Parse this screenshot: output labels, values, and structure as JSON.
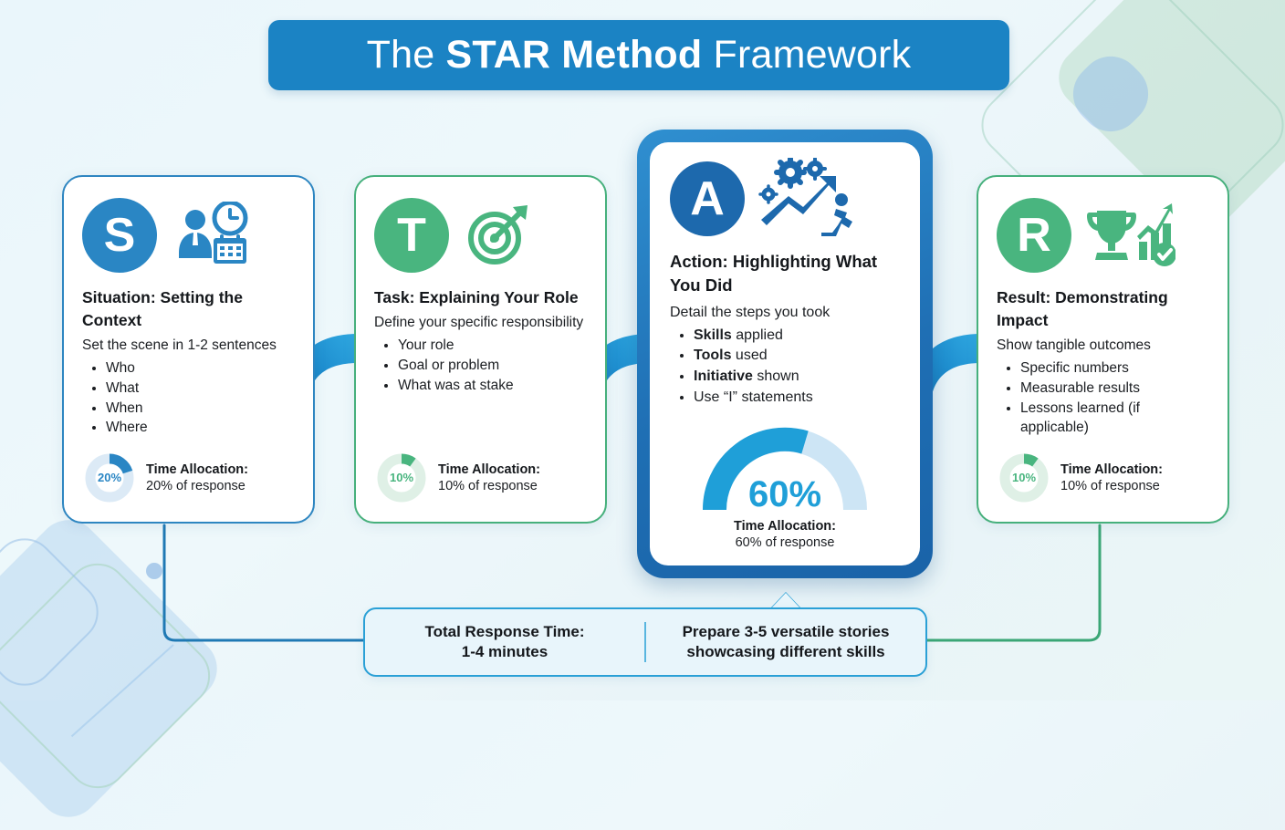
{
  "title": {
    "prefix": "The ",
    "strong": "STAR Method",
    "suffix": " Framework"
  },
  "cards": [
    {
      "letter": "S",
      "accent": "#2a86c4",
      "icon": "business-person-clock-calendar-icon",
      "title": "Situation: Setting the Context",
      "subtitle": "Set the scene in 1-2 sentences",
      "bullets": [
        "Who",
        "What",
        "When",
        "Where"
      ],
      "alloc_label": "Time Allocation:",
      "alloc_value": "20% of response",
      "alloc_percent": "20%",
      "percent": 20
    },
    {
      "letter": "T",
      "accent": "#49b57f",
      "icon": "target-arrow-icon",
      "title": "Task: Explaining Your Role",
      "subtitle": "Define your specific responsibility",
      "bullets": [
        "Your role",
        "Goal or problem",
        "What was at stake"
      ],
      "alloc_label": "Time Allocation:",
      "alloc_value": "10% of response",
      "alloc_percent": "10%",
      "percent": 10
    },
    {
      "letter": "A",
      "accent": "#1d69ad",
      "icon": "gears-growth-arrow-runner-icon",
      "title": "Action: Highlighting What You Did",
      "subtitle": "Detail the steps you took",
      "bullets_rich": [
        {
          "bold": "Skills",
          "rest": " applied"
        },
        {
          "bold": "Tools",
          "rest": " used"
        },
        {
          "bold": "Initiative",
          "rest": " shown"
        },
        {
          "bold": "",
          "rest": "Use “I” statements"
        }
      ],
      "alloc_label": "Time Allocation:",
      "alloc_value": "60% of response",
      "alloc_percent": "60%",
      "percent": 60
    },
    {
      "letter": "R",
      "accent": "#49b57f",
      "icon": "trophy-bar-chart-check-icon",
      "title": "Result: Demonstrating Impact",
      "subtitle": "Show tangible outcomes",
      "bullets": [
        "Specific numbers",
        "Measurable results",
        "Lessons learned (if applicable)"
      ],
      "alloc_label": "Time Allocation:",
      "alloc_value": "10% of response",
      "alloc_percent": "10%",
      "percent": 10
    }
  ],
  "footer": {
    "left_line1": "Total Response Time:",
    "left_line2": "1-4 minutes",
    "right_line1": "Prepare 3-5 versatile stories",
    "right_line2": "showcasing different skills"
  },
  "colors": {
    "title_bar": "#1b83c4",
    "blue": "#2e86c1",
    "green": "#46b07c",
    "gauge_blue": "#1f9fd8",
    "gauge_track": "#cde5f5",
    "footer_bg": "#e8f5fb",
    "background": "#eaf6fb"
  }
}
